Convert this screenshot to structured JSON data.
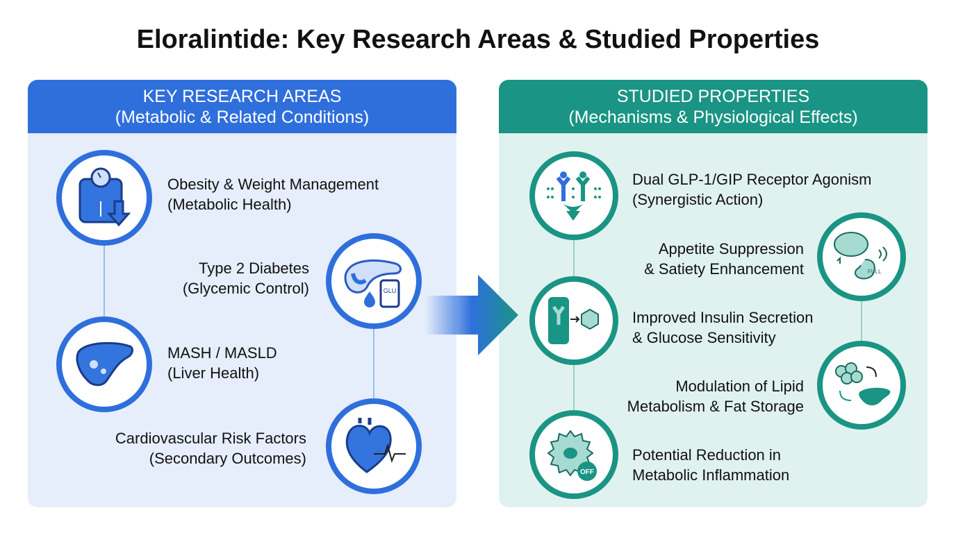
{
  "title": "Eloralintide: Key Research Areas & Studied Properties",
  "left_panel": {
    "heading": "KEY RESEARCH AREAS",
    "subheading": "(Metabolic & Related Conditions)",
    "accent": "#2f6fdc",
    "items": [
      {
        "label": "Obesity & Weight Management",
        "sub": "(Metabolic Health)",
        "icon": "scale-down-icon"
      },
      {
        "label": "Type 2 Diabetes",
        "sub": "(Glycemic Control)",
        "icon": "pancreas-glucometer-icon",
        "icon_text": "GLU"
      },
      {
        "label": "MASH / MASLD",
        "sub": "(Liver Health)",
        "icon": "liver-icon"
      },
      {
        "label": "Cardiovascular Risk Factors",
        "sub": "(Secondary Outcomes)",
        "icon": "heart-icon"
      }
    ]
  },
  "right_panel": {
    "heading": "STUDIED PROPERTIES",
    "subheading": "(Mechanisms & Physiological Effects)",
    "accent": "#1a9484",
    "items": [
      {
        "label": "Dual GLP-1/GIP Receptor Agonism",
        "sub": "(Synergistic Action)",
        "icon": "receptor-icon"
      },
      {
        "label": "Appetite Suppression",
        "sub": "& Satiety Enhancement",
        "icon": "brain-stomach-icon",
        "icon_text": "FULL"
      },
      {
        "label": "Improved Insulin Secretion",
        "sub": "& Glucose Sensitivity",
        "icon": "insulin-icon"
      },
      {
        "label": "Modulation of Lipid",
        "sub": "Metabolism & Fat Storage",
        "icon": "fat-liver-icon"
      },
      {
        "label": "Potential Reduction in",
        "sub": "Metabolic Inflammation",
        "icon": "inflammation-off-icon",
        "icon_text": "OFF"
      }
    ]
  }
}
